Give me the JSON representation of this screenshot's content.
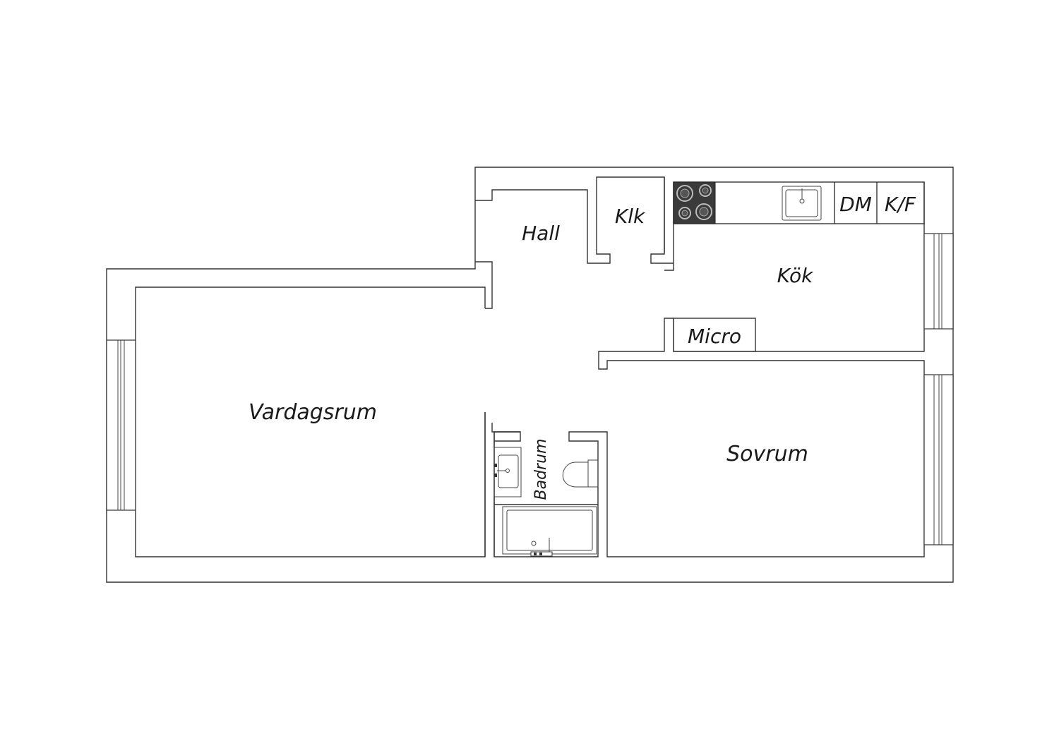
{
  "rooms": {
    "hall": "Hall",
    "klk": "Klk",
    "kok": "Kök",
    "vardagsrum": "Vardagsrum",
    "sovrum": "Sovrum",
    "badrum": "Badrum"
  },
  "fixtures": {
    "micro": "Micro",
    "dm": "DM",
    "kf": "K/F"
  },
  "colors": {
    "wall_stroke": "#333333",
    "stove": "#3a3a3a",
    "background": "#ffffff"
  }
}
